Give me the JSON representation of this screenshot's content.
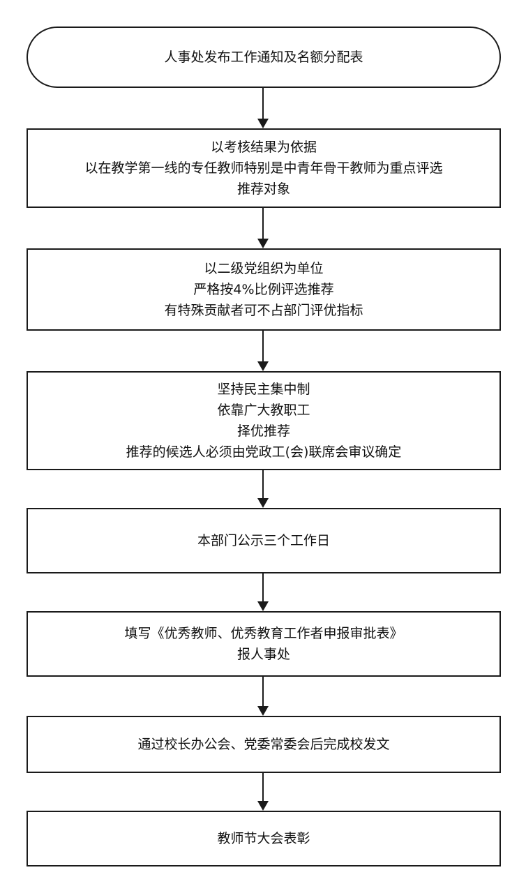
{
  "flowchart": {
    "steps": [
      {
        "lines": [
          "人事处发布工作通知及名额分配表"
        ]
      },
      {
        "lines": [
          "以考核结果为依据",
          "以在教学第一线的专任教师特别是中青年骨干教师为重点评选",
          "推荐对象"
        ]
      },
      {
        "lines": [
          "以二级党组织为单位",
          "严格按4%比例评选推荐",
          "有特殊贡献者可不占部门评优指标"
        ]
      },
      {
        "lines": [
          "坚持民主集中制",
          "依靠广大教职工",
          "择优推荐",
          "推荐的候选人必须由党政工(会)联席会审议确定"
        ]
      },
      {
        "lines": [
          "本部门公示三个工作日"
        ]
      },
      {
        "lines": [
          "填写《优秀教师、优秀教育工作者申报审批表》",
          "报人事处"
        ]
      },
      {
        "lines": [
          "通过校长办公会、党委常委会后完成校发文"
        ]
      },
      {
        "lines": [
          "教师节大会表彰"
        ]
      }
    ]
  }
}
